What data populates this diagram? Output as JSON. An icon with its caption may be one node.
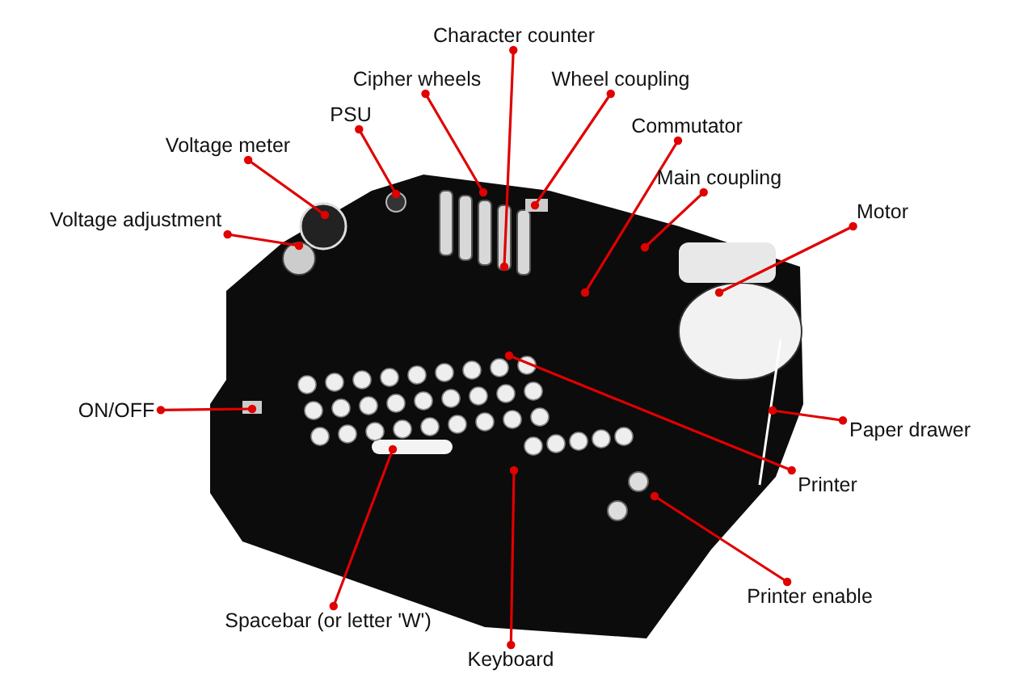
{
  "diagram": {
    "nodes": [
      {
        "text": [
          "Character counter"
        ]
      },
      {
        "text": [
          "Cipher wheels"
        ]
      },
      {
        "text": [
          "Wheel coupling"
        ]
      },
      {
        "text": [
          "PSU"
        ]
      },
      {
        "text": [
          "Voltage meter"
        ]
      },
      {
        "text": [
          "Voltage adjustment"
        ]
      },
      {
        "text": [
          "Commutator"
        ]
      },
      {
        "text": [
          "Main coupling"
        ]
      },
      {
        "text": [
          "Motor"
        ]
      },
      {
        "text": [
          "ON/OFF"
        ]
      },
      {
        "text": [
          "Paper drawer"
        ]
      },
      {
        "text": [
          "Printer"
        ]
      },
      {
        "text": [
          "Printer enable"
        ]
      },
      {
        "text": [
          "Spacebar (or letter 'W')"
        ]
      },
      {
        "text": [
          "Keyboard"
        ]
      }
    ],
    "edges": [
      {
        "from": 0,
        "to": null,
        "arrow": "other"
      },
      {
        "from": 1,
        "to": null,
        "arrow": "other"
      },
      {
        "from": 2,
        "to": null,
        "arrow": "other"
      },
      {
        "from": 3,
        "to": null,
        "arrow": "other"
      },
      {
        "from": 4,
        "to": null,
        "arrow": "other"
      },
      {
        "from": 5,
        "to": null,
        "arrow": "other"
      },
      {
        "from": 6,
        "to": null,
        "arrow": "other"
      },
      {
        "from": 7,
        "to": null,
        "arrow": "other"
      },
      {
        "from": 8,
        "to": null,
        "arrow": "other"
      },
      {
        "from": 9,
        "to": null,
        "arrow": "other"
      },
      {
        "from": 10,
        "to": null,
        "arrow": "other"
      },
      {
        "from": 11,
        "to": null,
        "arrow": "other"
      },
      {
        "from": 12,
        "to": null,
        "arrow": "other"
      },
      {
        "from": 13,
        "to": null,
        "arrow": "other"
      },
      {
        "from": 14,
        "to": null,
        "arrow": "other"
      }
    ]
  }
}
